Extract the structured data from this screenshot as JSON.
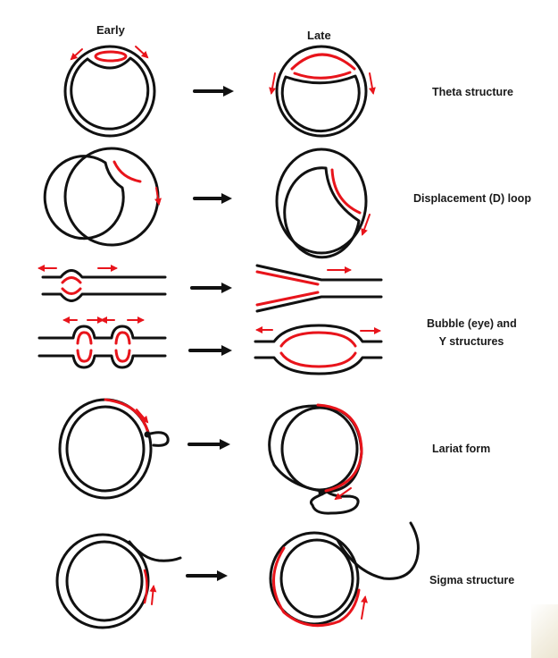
{
  "figure": {
    "title": "DNA replication intermediates",
    "column_headers": {
      "early": "Early",
      "late": "Late"
    },
    "colors": {
      "parental_strand": "#111111",
      "new_strand": "#e8141b",
      "arrow": "#111111",
      "text": "#1a1a1a"
    },
    "rows": [
      {
        "id": "theta",
        "label": "Theta structure"
      },
      {
        "id": "d-loop",
        "label": "Displacement (D) loop"
      },
      {
        "id": "bubble-y",
        "label_line1": "Bubble (eye) and",
        "label_line2": "Y structures"
      },
      {
        "id": "lariat",
        "label": "Lariat form"
      },
      {
        "id": "sigma",
        "label": "Sigma structure"
      }
    ],
    "legend_semantics": {
      "black_lines": "parental DNA strands",
      "red_lines": "newly synthesized DNA",
      "red_arrows": "direction of replication fork movement",
      "black_arrows": "progression from early to late"
    }
  }
}
